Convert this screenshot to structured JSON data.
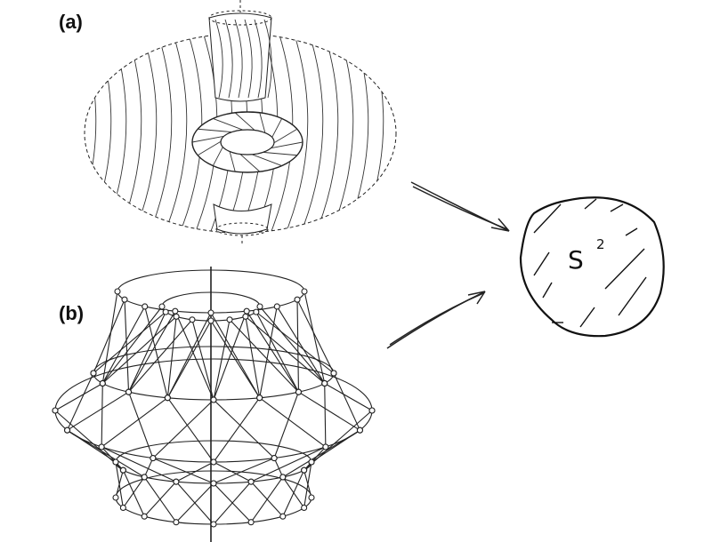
{
  "panels": [
    {
      "label": "(a)"
    },
    {
      "label": "(b)"
    }
  ],
  "sphere": {
    "symbol": "S",
    "superscript": "2"
  }
}
